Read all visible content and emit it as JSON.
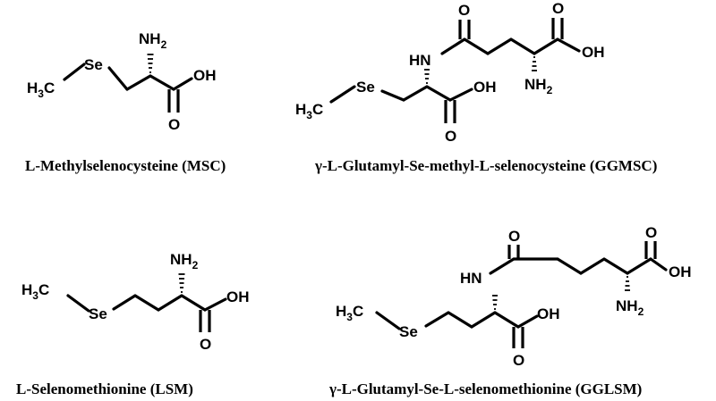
{
  "structures": [
    {
      "caption": "L-Methylselenocysteine (MSC)",
      "labels": {
        "nh": "NH",
        "nh_sub": "2",
        "h3c_h": "H",
        "h3c_sub": "3",
        "h3c_c": "C",
        "se": "Se",
        "oh": "OH",
        "o": "O"
      }
    },
    {
      "caption": "γ-L-Glutamyl-Se-methyl-L-selenocysteine (GGMSC)",
      "labels": {
        "o_top": "O",
        "o_top2": "O",
        "oh_top": "OH",
        "hn": "HN",
        "nh": "NH",
        "nh_sub": "2",
        "se": "Se",
        "h3c_h": "H",
        "h3c_sub": "3",
        "h3c_c": "C",
        "oh": "OH",
        "o": "O"
      }
    },
    {
      "caption": "L-Selenomethionine (LSM)",
      "labels": {
        "nh": "NH",
        "nh_sub": "2",
        "h3c_h": "H",
        "h3c_sub": "3",
        "h3c_c": "C",
        "se": "Se",
        "oh": "OH",
        "o": "O"
      }
    },
    {
      "caption": "γ-L-Glutamyl-Se-L-selenomethionine (GGLSM)",
      "labels": {
        "o_top": "O",
        "o_top2": "O",
        "oh_top": "OH",
        "hn": "HN",
        "nh": "NH",
        "nh_sub": "2",
        "h3c_h": "H",
        "h3c_sub": "3",
        "h3c_c": "C",
        "se": "Se",
        "oh": "OH",
        "o": "O"
      }
    }
  ]
}
